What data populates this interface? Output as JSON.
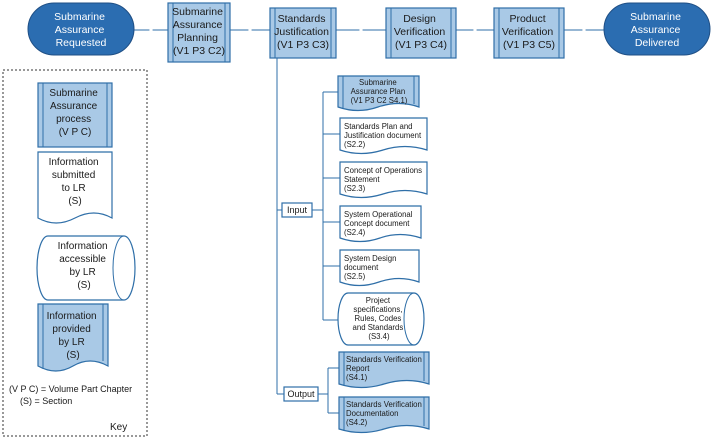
{
  "flow": {
    "start": [
      "Submarine",
      "Assurance",
      "Requested"
    ],
    "end": [
      "Submarine",
      "Assurance",
      "Delivered"
    ],
    "stages": [
      {
        "lines": [
          "Submarine",
          "Assurance",
          "Planning",
          "(V1 P3 C2)"
        ]
      },
      {
        "lines": [
          "Standards",
          "Justification",
          "(V1 P3 C3)"
        ]
      },
      {
        "lines": [
          "Design",
          "Verification",
          "(V1 P3 C4)"
        ]
      },
      {
        "lines": [
          "Product",
          "Verification",
          "(V1 P3 C5)"
        ]
      }
    ]
  },
  "inputs": {
    "label": "Input",
    "items": [
      {
        "kind": "provided",
        "lines": [
          "Submarine",
          "Assurance Plan",
          "(V1 P3 C2 S4.1)"
        ]
      },
      {
        "kind": "submitted",
        "lines": [
          "Standards Plan and",
          "Justification document",
          "(S2.2)"
        ]
      },
      {
        "kind": "submitted",
        "lines": [
          "Concept of Operations",
          "Statement",
          "(S2.3)"
        ]
      },
      {
        "kind": "submitted",
        "lines": [
          "System Operational",
          "Concept document",
          "(S2.4)"
        ]
      },
      {
        "kind": "submitted",
        "lines": [
          "System Design",
          "document",
          "(S2.5)"
        ]
      },
      {
        "kind": "accessible",
        "lines": [
          "Project",
          "specifications,",
          "Rules, Codes",
          "and Standards",
          "(S3.4)"
        ]
      }
    ]
  },
  "outputs": {
    "label": "Output",
    "items": [
      {
        "kind": "provided",
        "lines": [
          "Standards Verification",
          "Report",
          "(S4.1)"
        ]
      },
      {
        "kind": "provided",
        "lines": [
          "Standards Verification",
          "Documentation",
          "(S4.2)"
        ]
      }
    ]
  },
  "key": {
    "title": "Key",
    "process": [
      "Submarine",
      "Assurance",
      "process",
      "(V P C)"
    ],
    "submitted": [
      "Information",
      "submitted",
      "to LR",
      "(S)"
    ],
    "accessible": [
      "Information",
      "accessible",
      "by LR",
      "(S)"
    ],
    "provided": [
      "Information",
      "provided",
      "by LR",
      "(S)"
    ],
    "legend_vpc": "(V P C) = Volume Part Chapter",
    "legend_s": "(S) = Section"
  },
  "colors": {
    "terminal": "#2b6db1",
    "process_fill": "#a9c9e6",
    "stroke": "#2f6fa8"
  }
}
